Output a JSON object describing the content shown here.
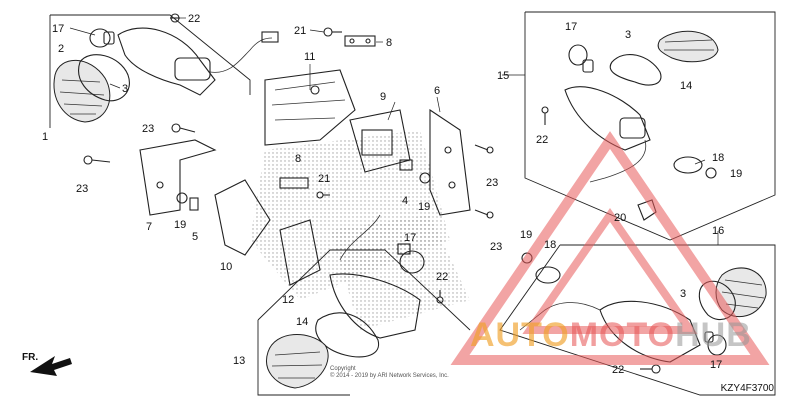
{
  "diagram": {
    "code": "KZY4F3700",
    "direction_label": "FR.",
    "copyright_lines": [
      "Copyright",
      "© 2014 - 2019 by ARI Network Services, Inc."
    ],
    "watermark": {
      "part_a": "AUTO",
      "part_b": "MOTO",
      "part_c": "HUB",
      "colors": {
        "triangle": "#e85a5a",
        "a": "#f0a028",
        "b": "#e65050",
        "c": "#969696"
      }
    },
    "callouts": {
      "c17a": "17",
      "c22a": "22",
      "c21a": "21",
      "c8a": "8",
      "c2": "2",
      "c3a": "3",
      "c1": "1",
      "c11": "11",
      "c23a": "23",
      "c23b": "23",
      "c7": "7",
      "c19a": "19",
      "c5": "5",
      "c10": "10",
      "c9": "9",
      "c6": "6",
      "c8b": "8",
      "c21b": "21",
      "c4": "4",
      "c19b": "19",
      "c23c": "23",
      "c23d": "23",
      "c12": "12",
      "c14a": "14",
      "c13": "13",
      "c17b": "17",
      "c22b": "22",
      "c17c": "17",
      "c3b": "3",
      "c14b": "14",
      "c15": "15",
      "c22c": "22",
      "c18a": "18",
      "c19c": "19",
      "c20": "20",
      "c19d": "19",
      "c18b": "18",
      "c16": "16",
      "c3c": "3",
      "c17d": "17",
      "c22d": "22"
    }
  }
}
